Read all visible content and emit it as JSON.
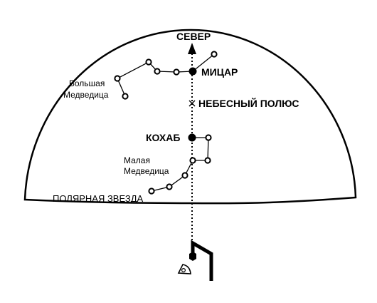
{
  "labels": {
    "north": "СЕВЕР",
    "mizar": "МИЦАР",
    "celestial_pole": "НЕБЕСНЫЙ ПОЛЮС",
    "kochab": "КОХАБ",
    "big_dipper_line1": "Большая",
    "big_dipper_line2": "Медведица",
    "little_dipper_line1": "Малая",
    "little_dipper_line2": "Медведица",
    "polaris": "ПОЛЯРНАЯ ЗВЕЗДА"
  },
  "colors": {
    "ink": "#000000",
    "background": "#ffffff"
  },
  "icons": {
    "pole_marker": "x-cross",
    "observer": "observer-with-sextant",
    "north_arrow": "arrow-up"
  }
}
